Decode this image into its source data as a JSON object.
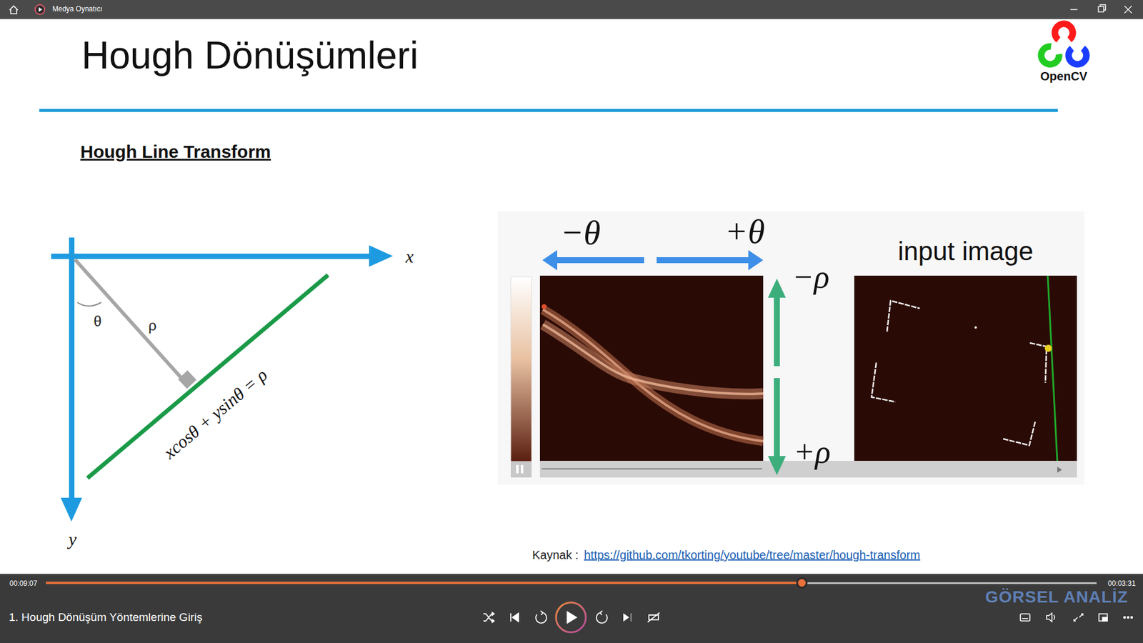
{
  "diagram": {
    "title": "Hough Dönüşümleri",
    "nodes": [
      {
        "text": [
          "input image"
        ]
      }
    ],
    "labels": [
      "Medya Oynatıcı",
      "OpenCV",
      "Hough Line Transform",
      "x",
      "y",
      "θ",
      "ρ",
      "xcosθ + ysinθ = ρ",
      "−θ",
      "+θ",
      "−ρ",
      "+ρ",
      "Kaynak :",
      "https://github.com/tkorting/youtube/tree/master/hough-transform",
      "00:09:07",
      "00:03:31",
      "1. Hough Dönüşüm Yöntemlerine Giriş",
      "GÖRSEL ANALİZ"
    ]
  }
}
